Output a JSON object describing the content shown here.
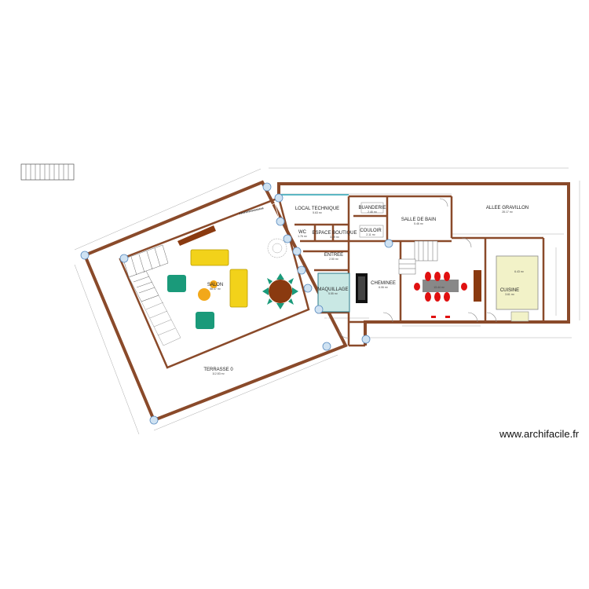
{
  "watermark": "www.archifacile.fr",
  "colors": {
    "wall": "#8a4a2a",
    "sofa": "#f2d21a",
    "armchair": "#1a9a7a",
    "dining_table": "#8a3a10",
    "chairs_red": "#e01010",
    "island": "#888888",
    "room_green": "#c9e8e4",
    "room_yellow": "#f2f2c8",
    "joint": "#5a8cc0"
  },
  "rooms": [
    {
      "label": "TERRASSE 0",
      "area": "112.83 m²"
    },
    {
      "label": "SALON",
      "area": "58.47 m²"
    },
    {
      "label": "LOCAL TECHNIQUE",
      "area": "5.63 m²"
    },
    {
      "label": "BUANDERIE",
      "area": "2.46 m²"
    },
    {
      "label": "WC",
      "area": "1.76 m²"
    },
    {
      "label": "ESPACE BOUTIQUE",
      "area": "3.49 m²"
    },
    {
      "label": "COULOIR",
      "area": "2.11 m²"
    },
    {
      "label": "ENTREE",
      "area": "2.50 m²"
    },
    {
      "label": "MAQUILLAGE",
      "area": "5.55 m²"
    },
    {
      "label": "CHEMINEE",
      "area": "6.06 m²"
    },
    {
      "label": "SALLE DE BAIN",
      "area": "5.46 m²"
    },
    {
      "label": "CUISINE",
      "area": "3.61 m²"
    },
    {
      "label": "ALLEE GRAVILLON",
      "area": "28.17 m²"
    },
    {
      "label": "",
      "area": "13.44 m²"
    },
    {
      "label": "",
      "area": "6.43 m²"
    }
  ]
}
